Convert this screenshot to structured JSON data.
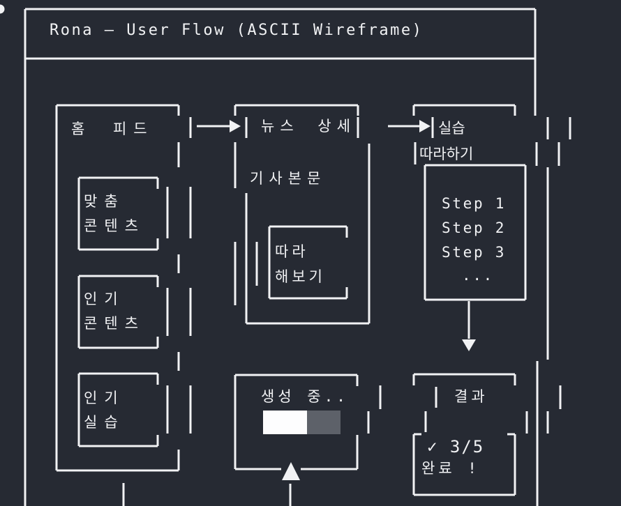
{
  "window": {
    "title": "Rona — User Flow (ASCII Wireframe)"
  },
  "colors": {
    "background": "#262a33",
    "stroke": "#f1f2f4",
    "progress_fill": "#fdfdfe",
    "progress_track": "#5d6169"
  },
  "icons": {
    "flow_arrow_right": "right-arrowhead",
    "flow_arrow_down": "down-arrowhead",
    "flow_arrow_up": "up-arrowhead",
    "check": "✓"
  },
  "flow": {
    "home": {
      "title": "홈 피드",
      "cards": [
        {
          "lines": [
            "맞춤",
            "콘텐츠"
          ]
        },
        {
          "lines": [
            "인기",
            "콘텐츠"
          ]
        },
        {
          "lines": [
            "인기",
            "실습"
          ]
        }
      ]
    },
    "news": {
      "title": "뉴스 상세",
      "body": "기사본문",
      "cta": {
        "lines": [
          "따라",
          "해보기"
        ]
      }
    },
    "practice": {
      "title_lines": [
        "실습",
        "따라하기"
      ],
      "steps": [
        "Step 1",
        "Step 2",
        "Step 3",
        "..."
      ]
    },
    "generating": {
      "label": "생성 중..",
      "progress_percent": 57
    },
    "result": {
      "title": "결과",
      "status_lines": [
        "✓ 3/5",
        "완료 !"
      ]
    }
  }
}
